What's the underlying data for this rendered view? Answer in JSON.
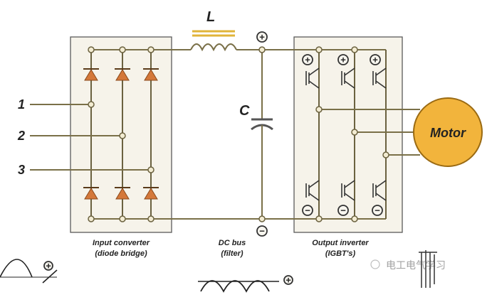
{
  "diagram": {
    "labels": {
      "inductor": "L",
      "capacitor": "C",
      "motor": "Motor",
      "input_1": "1",
      "input_2": "2",
      "input_3": "3"
    },
    "captions": {
      "input_converter_line1": "Input converter",
      "input_converter_line2": "(diode bridge)",
      "dc_bus_line1": "DC bus",
      "dc_bus_line2": "(filter)",
      "output_inverter_line1": "Output inverter",
      "output_inverter_line2": "(IGBT's)"
    },
    "polarity": {
      "plus": "+",
      "minus": "−"
    },
    "watermark": "电工电气学习",
    "colors": {
      "wire": "#7a7048",
      "diode": "#d4783a",
      "motor_fill": "#f2b43c",
      "motor_stroke": "#9a6a12",
      "inductor_core": "#e0b43a",
      "box_fill": "#f6f3ea"
    }
  }
}
